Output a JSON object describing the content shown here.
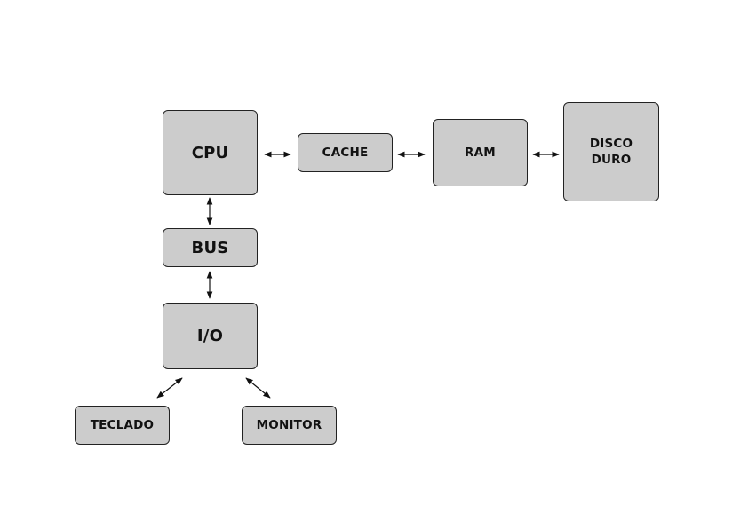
{
  "diagram": {
    "nodes": {
      "cpu": "CPU",
      "cache": "CACHE",
      "ram": "RAM",
      "disco": "DISCO\nDURO",
      "bus": "BUS",
      "io": "I/O",
      "teclado": "TECLADO",
      "monitor": "MONITOR"
    },
    "edges": [
      {
        "from": "cpu",
        "to": "cache",
        "direction": "both"
      },
      {
        "from": "cache",
        "to": "ram",
        "direction": "both"
      },
      {
        "from": "ram",
        "to": "disco",
        "direction": "both"
      },
      {
        "from": "cpu",
        "to": "bus",
        "direction": "both"
      },
      {
        "from": "bus",
        "to": "io",
        "direction": "both"
      },
      {
        "from": "io",
        "to": "teclado",
        "direction": "both"
      },
      {
        "from": "io",
        "to": "monitor",
        "direction": "both"
      }
    ],
    "colors": {
      "box_fill": "#cccccc",
      "box_stroke": "#222222",
      "arrow": "#111111"
    }
  }
}
